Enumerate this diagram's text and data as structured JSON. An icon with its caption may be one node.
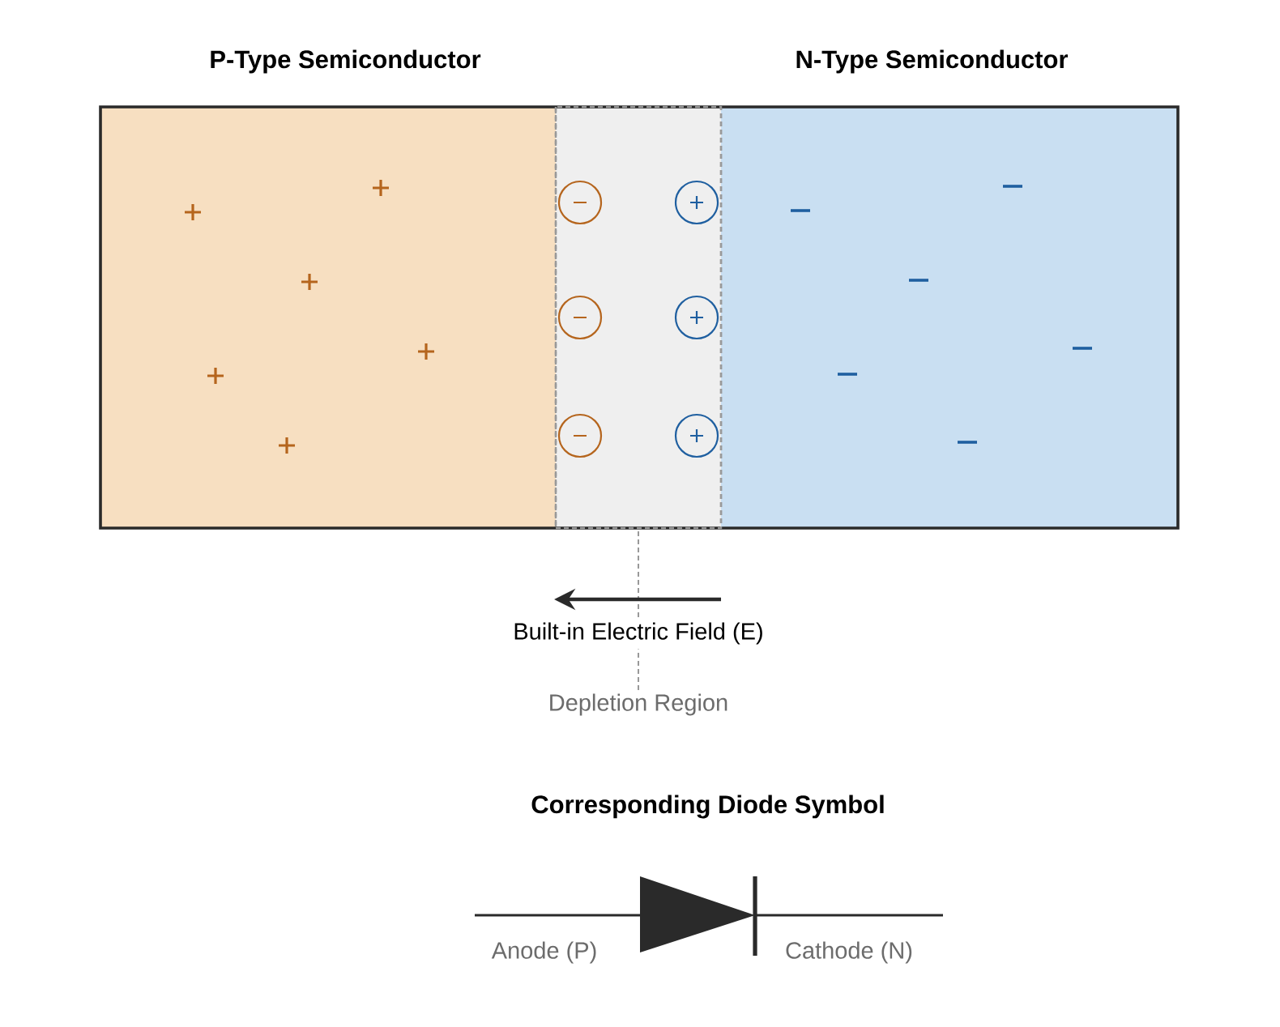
{
  "diagram": {
    "nodes": [
      {
        "text": [
          "P-Type Semiconductor"
        ]
      },
      {
        "text": [],
        "shape": "box"
      },
      {
        "text": [
          "N-Type Semiconductor"
        ]
      },
      {
        "text": [
          "Depletion Region"
        ]
      }
    ],
    "edges": [
      {
        "from": 3,
        "to": 1,
        "arrow": "none",
        "style": "dashed"
      }
    ],
    "labels": [
      "Built-in Electric Field (E)",
      "Corresponding Diode Symbol",
      "Anode (P)",
      "Cathode (N)"
    ]
  }
}
